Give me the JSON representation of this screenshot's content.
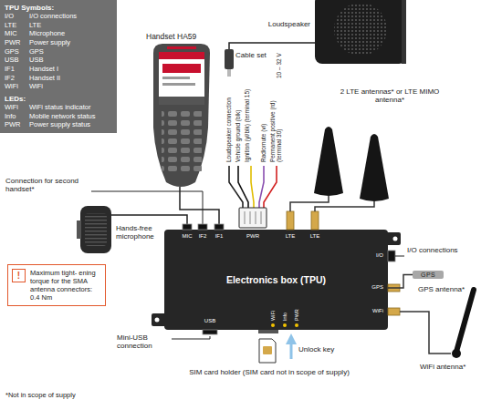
{
  "diagram": {
    "nodes": [
      {
        "text": [
          "TPU Symbols:",
          "I/O",
          "I/O connections",
          "LTE",
          "LTE",
          "MIC",
          "Microphone",
          "PWR",
          "Power supply",
          "GPS",
          "GPS",
          "USB",
          "USB",
          "IF1",
          "Handset I",
          "IF2",
          "Handset II",
          "WiFi",
          "WiFi",
          "LEDs:",
          "WiFi",
          "WiFi status indicator",
          "Info",
          "Mobile network status",
          "PWR",
          "Power supply status"
        ]
      },
      {
        "text": [
          "Electronics box (TPU)"
        ]
      },
      {
        "text": [
          "!",
          "Maximum tight- ening torque for the SMA antenna connectors: 0.4 Nm"
        ]
      },
      {
        "text": [
          "GPS"
        ]
      }
    ],
    "edges": [
      {
        "from": 3,
        "to": 1,
        "arrow": "none"
      }
    ],
    "labels": [
      "Handset HA59",
      "Cable set",
      "Loudspeaker",
      "10 – 32 V",
      "Loudspeaker connection",
      "Vehicle ground (blk)",
      "Ignition (yl/blk) (terminal 15)",
      "Radiomute (vi)",
      "Permanent positive (rd) (terminal 30)",
      "2 LTE antennas* or LTE MIMO antenna*",
      "Connection for second handset*",
      "Hands-free microphone",
      "I/O connections",
      "GPS antenna*",
      "WiFi antenna*",
      "Mini-USB connection",
      "Unlock key",
      "SIM card holder (SIM card not in scope of supply)",
      "*Not in scope of supply",
      "MIC",
      "IF2",
      "IF1",
      "PWR",
      "LTE",
      "LTE",
      "I/O",
      "GPS",
      "WiFi",
      "USB",
      "WiFi",
      "Info",
      "PWR"
    ]
  }
}
